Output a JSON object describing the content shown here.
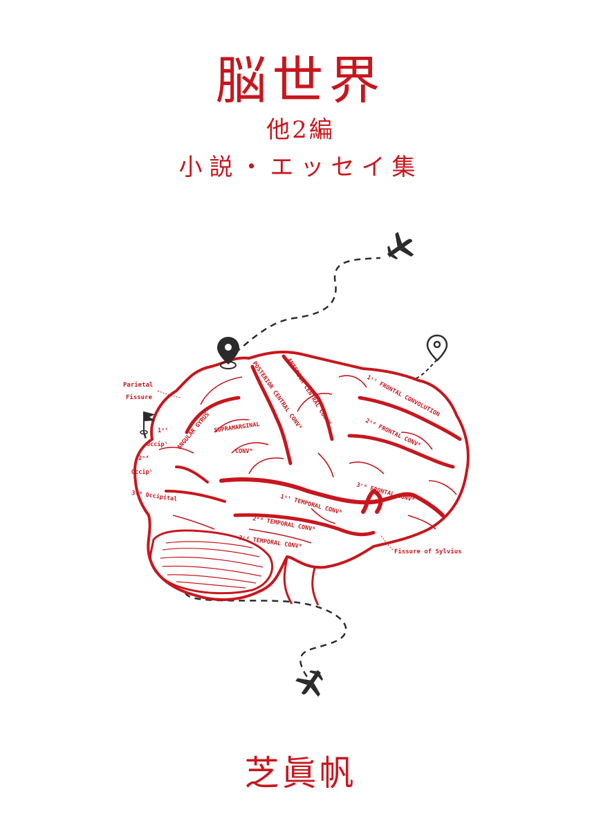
{
  "colors": {
    "accent": "#c8161d",
    "ink": "#2b2b2b",
    "background": "#ffffff"
  },
  "cover": {
    "title": "脳世界",
    "subtitle": "他2編",
    "genre": "小説・エッセイ集",
    "author": "芝眞帆"
  },
  "illustration": {
    "icons": [
      "airplane-icon",
      "map-pin-icon",
      "map-pin-outline-icon",
      "flag-icon",
      "airplane-icon"
    ],
    "labels": {
      "parietal": "Parietal",
      "fissure": "Fissure",
      "angular_gyrus": "ANGULAR GYRUS",
      "posterior_central": "POSTERIOR CENTRAL CONVᴺ",
      "anterior_central": "ANTERIOR CENTRAL CONVᴺ",
      "first_frontal": "1ˢᵗ FRONTAL CONVOLUTION",
      "second_frontal": "2ⁿᵈ FRONTAL CONVᴺ",
      "third_frontal": "3ʳᵈ FRONTAL CONVᴺ",
      "supramarginal": "SUPRAMARGINAL",
      "supramarginal_conv": "CONVᴺ",
      "first_occipital": "1ˢᵗ",
      "first_occipital_word": "Occipˡ",
      "second_occipital": "2ⁿᵈ",
      "second_occipital_word": "Occipˡ",
      "third_occipital": "3ʳᵈ Occipital",
      "first_temporal": "1ˢᵗ TEMPORAL CONVᴺ",
      "second_temporal": "2ⁿᵈ TEMPORAL CONVᴺ",
      "third_temporal": "3ʳᵈ TEMPORAL CONVᴺ",
      "sylvius": "Fissure of Sylvius"
    }
  }
}
